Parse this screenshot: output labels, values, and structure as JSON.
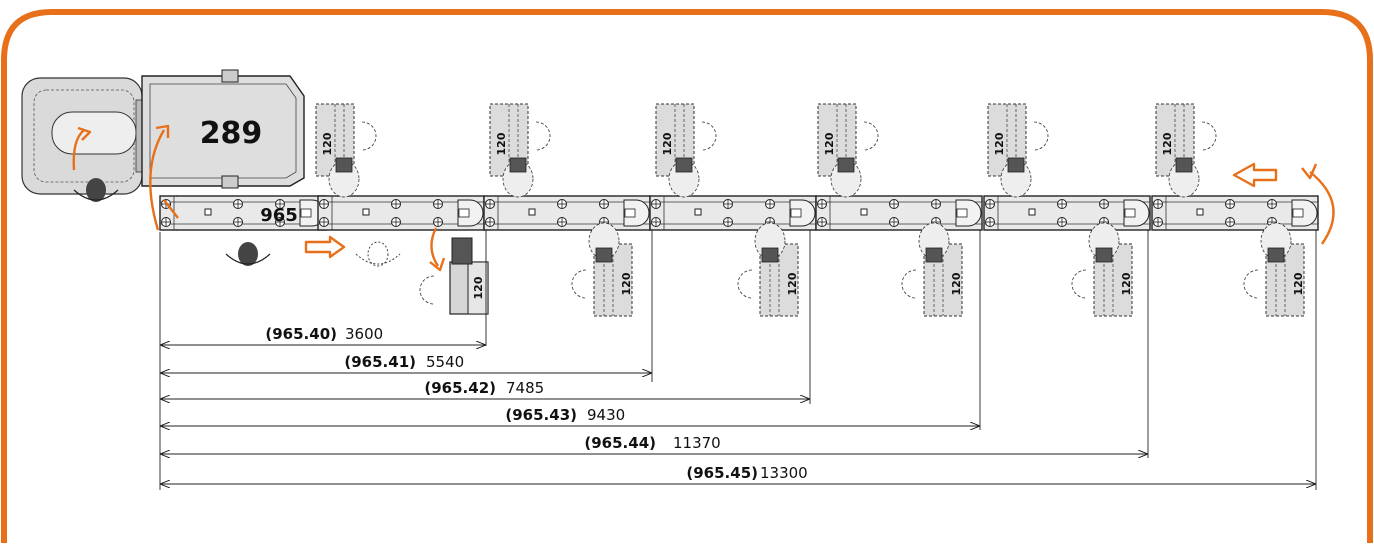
{
  "colors": {
    "accent": "#e8701a",
    "line": "#222222",
    "fill": "#e6e6e6",
    "dark": "#4a4a4a"
  },
  "machine_label": "289",
  "conveyor_label": "965",
  "station_label": "120",
  "dimensions": [
    {
      "code": "(965.40)",
      "length": "3600"
    },
    {
      "code": "(965.41)",
      "length": "5540"
    },
    {
      "code": "(965.42)",
      "length": "7485"
    },
    {
      "code": "(965.43)",
      "length": "9430"
    },
    {
      "code": "(965.44)",
      "length": "11370"
    },
    {
      "code": "(965.45)",
      "length": "13300"
    }
  ]
}
